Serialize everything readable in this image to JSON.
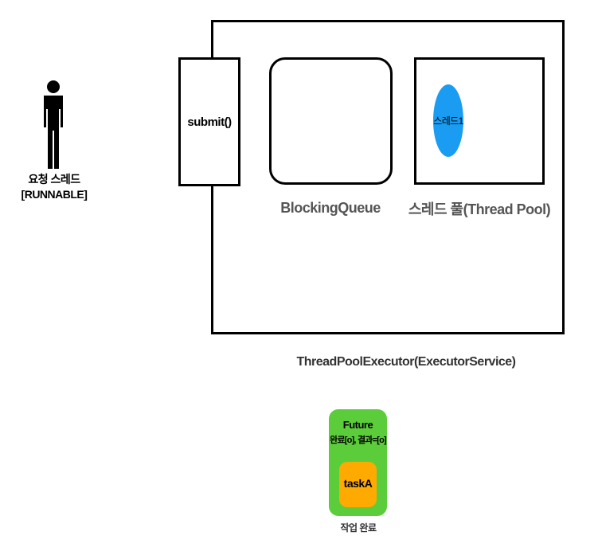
{
  "requester": {
    "label_line1": "요청 스레드",
    "label_line2": "[RUNNABLE]"
  },
  "executor": {
    "submit_label": "submit()",
    "queue_label": "BlockingQueue",
    "pool_label": "스레드 풀(Thread Pool)",
    "thread_label": "스레드1",
    "caption": "ThreadPoolExecutor(ExecutorService)"
  },
  "future": {
    "title": "Future",
    "status": "완료[o], 결과=[o]",
    "task_label": "taskA",
    "caption": "작업 완료"
  },
  "colors": {
    "thread_circle": "#1a9cf2",
    "future_bg": "#5ccd3a",
    "task_bg": "#ffaa00",
    "label_gray": "#555555"
  }
}
